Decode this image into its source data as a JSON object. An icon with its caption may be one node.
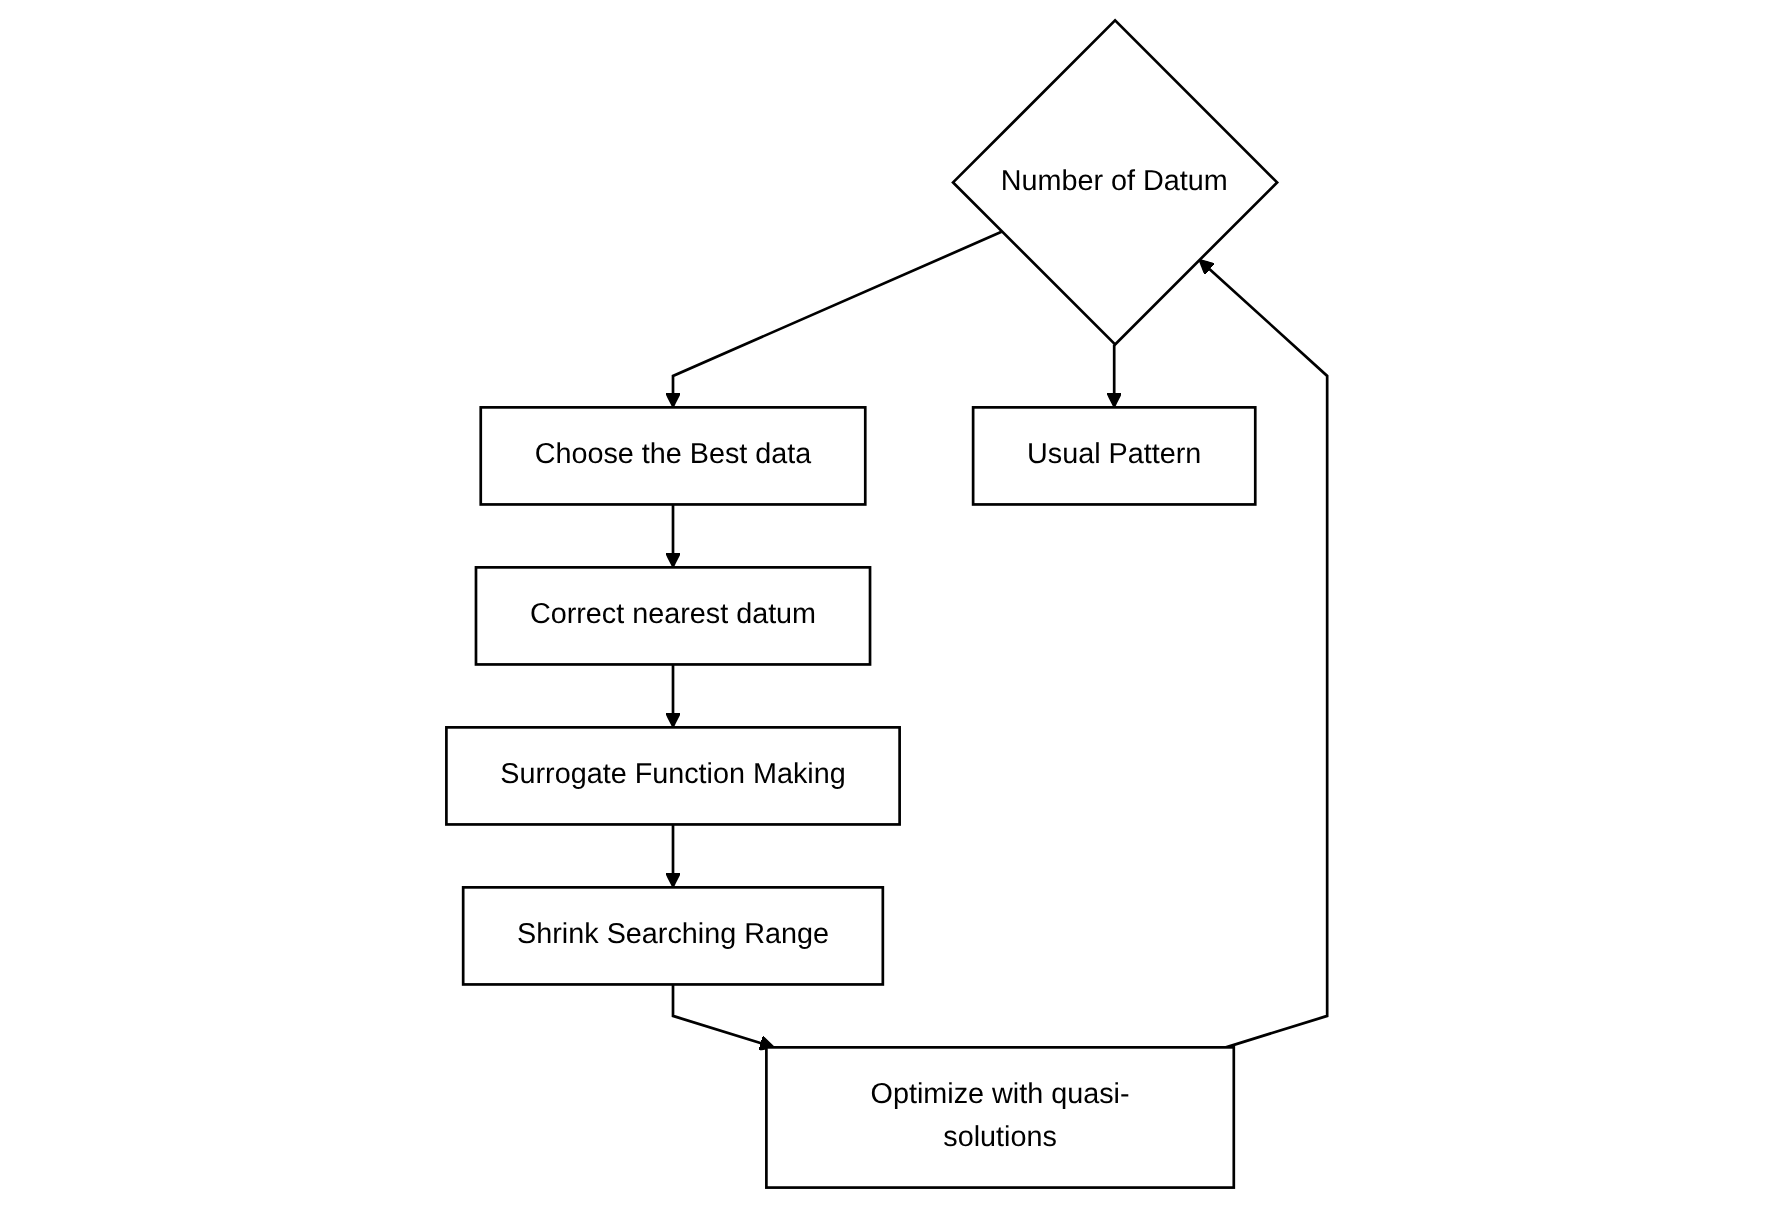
{
  "diagram": {
    "nodes": [
      {
        "text": [
          "Number of Datum"
        ]
      },
      {
        "text": [
          "Choose the Best data"
        ]
      },
      {
        "text": [
          "Usual Pattern"
        ]
      },
      {
        "text": [
          "Correct nearest datum"
        ]
      },
      {
        "text": [
          "Surrogate Function Making"
        ]
      },
      {
        "text": [
          "Shrink Searching Range"
        ]
      },
      {
        "text": [
          "Optimize with quasi-solutions"
        ]
      }
    ],
    "edges": [
      {
        "from": 0,
        "to": 1,
        "arrow": "to"
      },
      {
        "from": 0,
        "to": 2,
        "arrow": "to"
      },
      {
        "from": 1,
        "to": 3,
        "arrow": "to"
      },
      {
        "from": 3,
        "to": 4,
        "arrow": "to"
      },
      {
        "from": 4,
        "to": 5,
        "arrow": "to"
      },
      {
        "from": 5,
        "to": 6,
        "arrow": "to"
      },
      {
        "from": 6,
        "to": 0,
        "arrow": "to"
      }
    ]
  }
}
